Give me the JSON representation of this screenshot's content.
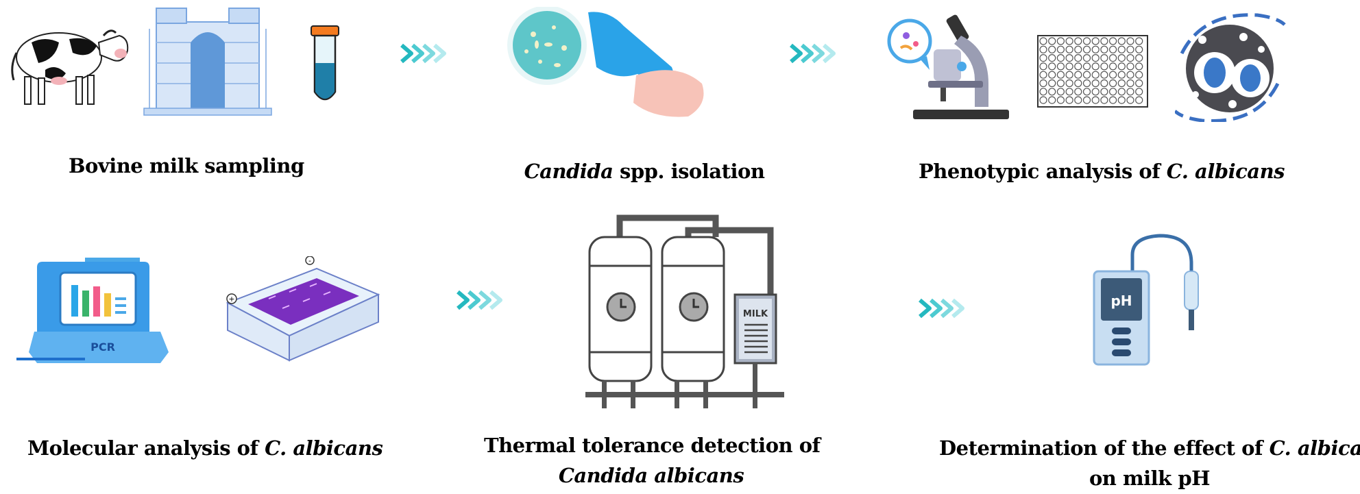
{
  "steps": [
    {
      "id": "s1",
      "text": "Bovine milk sampling",
      "italic": ""
    },
    {
      "id": "s2",
      "text": " spp. isolation",
      "italic": "Candida"
    },
    {
      "id": "s3",
      "text": "Phenotypic analysis of ",
      "italic": "C. albicans"
    },
    {
      "id": "s4",
      "text": "Molecular analysis of ",
      "italic": "C. albicans"
    },
    {
      "id": "s5",
      "line1": "Thermal tolerance detection of",
      "italic": "Candida albicans"
    },
    {
      "id": "s6",
      "line1_text": "Determination of the effect of ",
      "line1_italic": "C. albicans",
      "line2": "on milk pH"
    }
  ],
  "labels": {
    "pcr": "PCR",
    "milk": "MILK",
    "ph": "pH"
  },
  "colors": {
    "arrow": "#2ec4c8",
    "arrow_light": "#a8e8ec",
    "blue": "#3a9be8",
    "dark": "#333333"
  }
}
